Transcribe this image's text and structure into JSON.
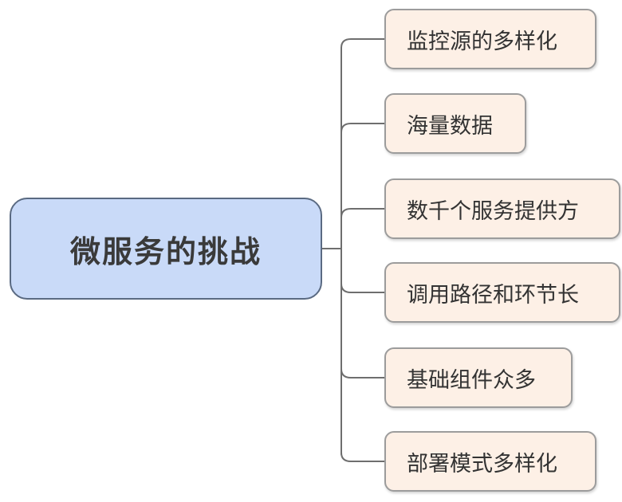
{
  "root": {
    "label": "微服务的挑战"
  },
  "children": [
    {
      "label": "监控源的多样化"
    },
    {
      "label": "海量数据"
    },
    {
      "label": "数千个服务提供方"
    },
    {
      "label": "调用路径和环节长"
    },
    {
      "label": "基础组件众多"
    },
    {
      "label": "部署模式多样化"
    }
  ],
  "colors": {
    "root_fill": "#c9daf8",
    "root_border": "#5a6a82",
    "child_fill": "#fdf0e6",
    "child_border": "#9c9c9c",
    "connector": "#6e6e6e"
  }
}
